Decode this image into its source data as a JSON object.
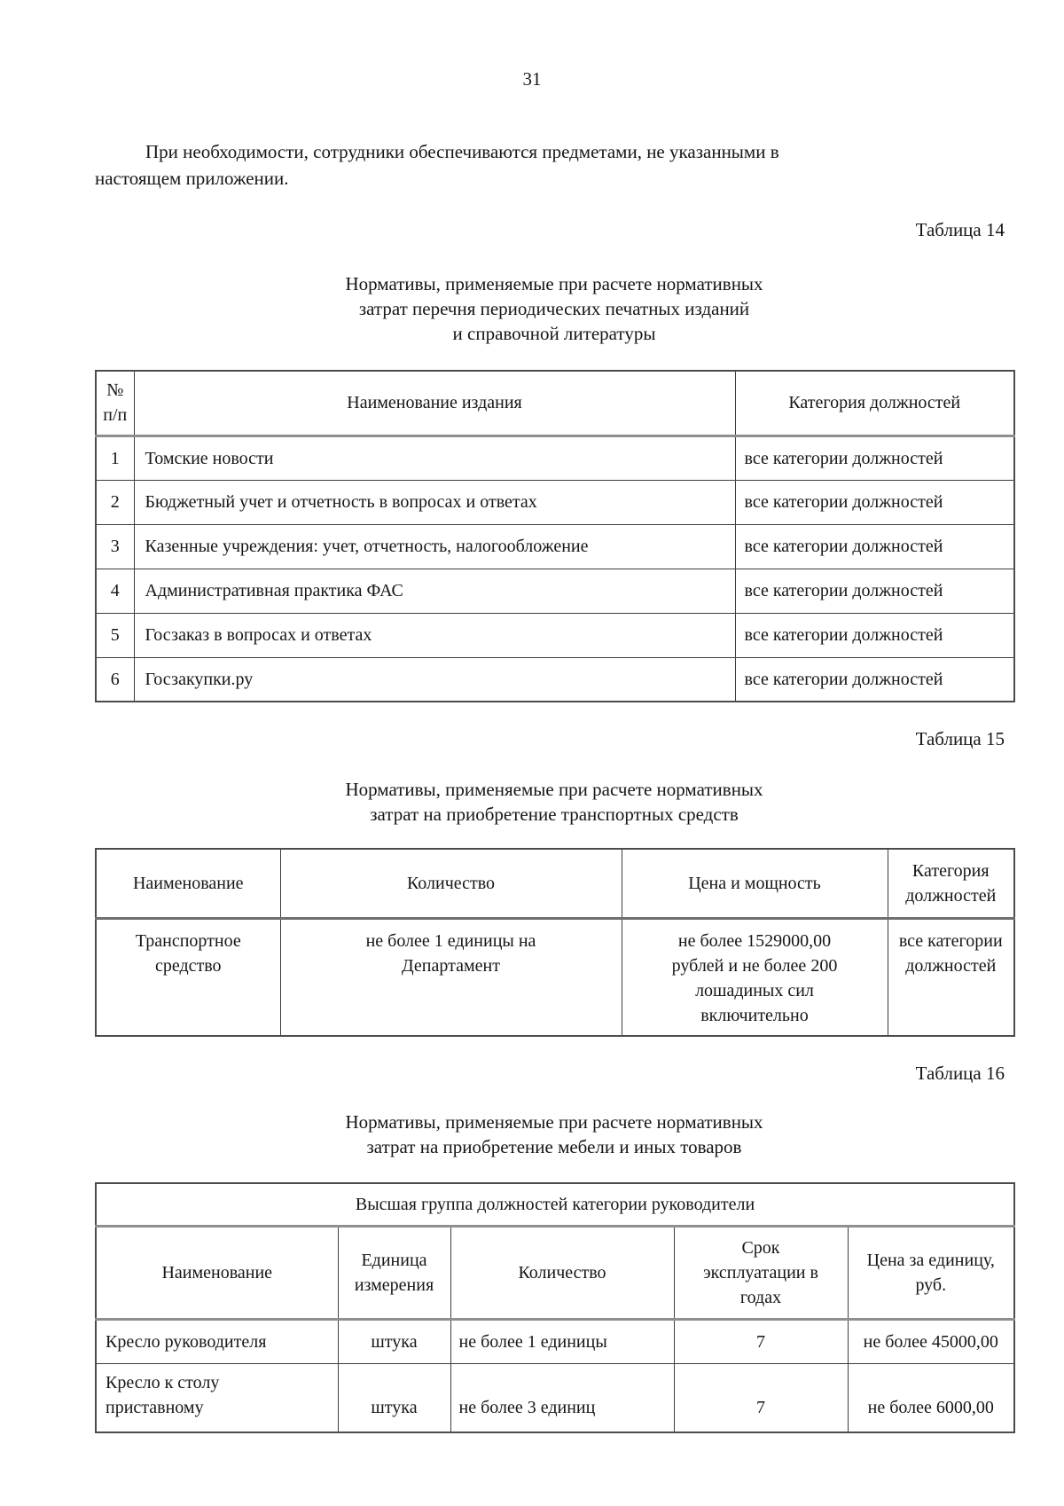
{
  "page": {
    "number": "31",
    "paragraph": "При необходимости, сотрудники обеспечиваются предметами, не указанными в\nнастоящем приложении."
  },
  "table14": {
    "label": "Таблица 14",
    "title": "Нормативы, применяемые при расчете нормативных\nзатрат перечня периодических печатных изданий\nи справочной литературы",
    "headers": {
      "num": "№\nп/п",
      "name": "Наименование издания",
      "category": "Категория должностей"
    },
    "rows": [
      {
        "num": "1",
        "name": "Томские новости",
        "category": "все категории должностей"
      },
      {
        "num": "2",
        "name": "Бюджетный учет и отчетность в вопросах и ответах",
        "category": "все категории должностей"
      },
      {
        "num": "3",
        "name": "Казенные учреждения: учет, отчетность, налогообложение",
        "category": "все категории должностей"
      },
      {
        "num": "4",
        "name": "Административная практика ФАС",
        "category": "все категории должностей"
      },
      {
        "num": "5",
        "name": "Госзаказ в вопросах и ответах",
        "category": "все категории должностей"
      },
      {
        "num": "6",
        "name": "Госзакупки.ру",
        "category": "все категории должностей"
      }
    ]
  },
  "table15": {
    "label": "Таблица 15",
    "title": "Нормативы, применяемые при расчете нормативных\nзатрат на приобретение транспортных средств",
    "headers": {
      "name": "Наименование",
      "quantity": "Количество",
      "price": "Цена и мощность",
      "category": "Категория\nдолжностей"
    },
    "row": {
      "name": "Транспортное\nсредство",
      "quantity": "не более 1 единицы на\nДепартамент",
      "price": "не более 1529000,00\nрублей и не более 200\nлошадиных сил\nвключительно",
      "category": "все категории\nдолжностей"
    }
  },
  "table16": {
    "label": "Таблица 16",
    "title": "Нормативы, применяемые при расчете нормативных\nзатрат на приобретение мебели и иных товаров",
    "group_header": "Высшая группа должностей категории руководители",
    "headers": {
      "name": "Наименование",
      "unit": "Единица\nизмерения",
      "quantity": "Количество",
      "term": "Срок\nэксплуатации в\nгодах",
      "price": "Цена за единицу,\nруб."
    },
    "rows": [
      {
        "name": "Кресло руководителя",
        "unit": "штука",
        "quantity": "не более 1 единицы",
        "term": "7",
        "price": "не более 45000,00"
      },
      {
        "name": "Кресло к столу\nприставному",
        "unit": "штука",
        "quantity": "не более 3 единиц",
        "term": "7",
        "price": "не более 6000,00"
      }
    ]
  }
}
